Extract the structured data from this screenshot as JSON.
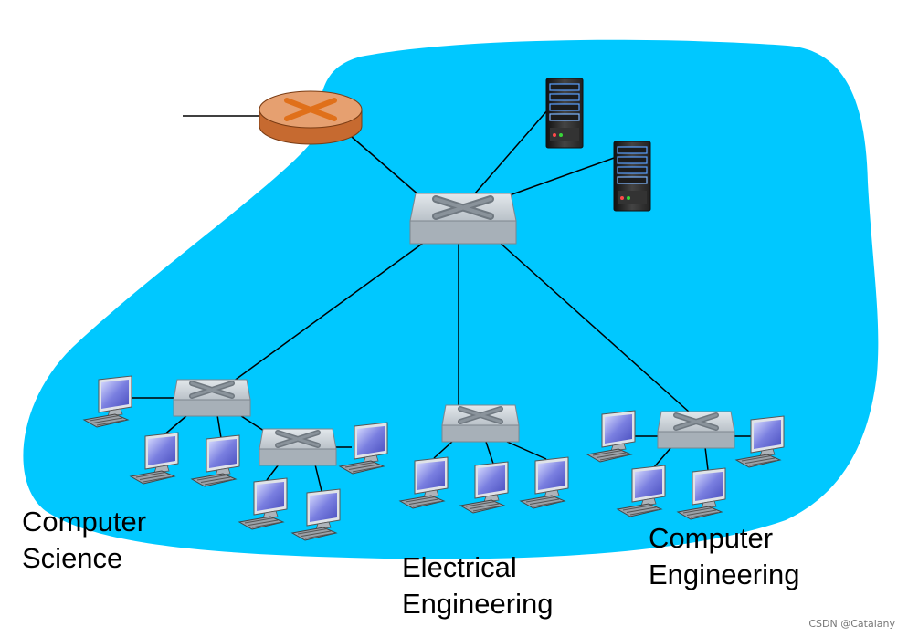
{
  "labels": {
    "computer_science": [
      "Computer",
      "Science"
    ],
    "electrical_engineering": [
      "Electrical",
      "Engineering"
    ],
    "computer_engineering": [
      "Computer",
      "Engineering"
    ]
  },
  "watermark": "CSDN @Catalany",
  "colors": {
    "network_region": "#00c8ff",
    "router": "#e08a4e",
    "switch": "#c5cdd4",
    "server": "#2b2b2b",
    "monitor_screen": "#6f73d8",
    "link": "#000000"
  },
  "icons": [
    "router-icon",
    "switch-icon",
    "server-icon",
    "computer-icon"
  ]
}
